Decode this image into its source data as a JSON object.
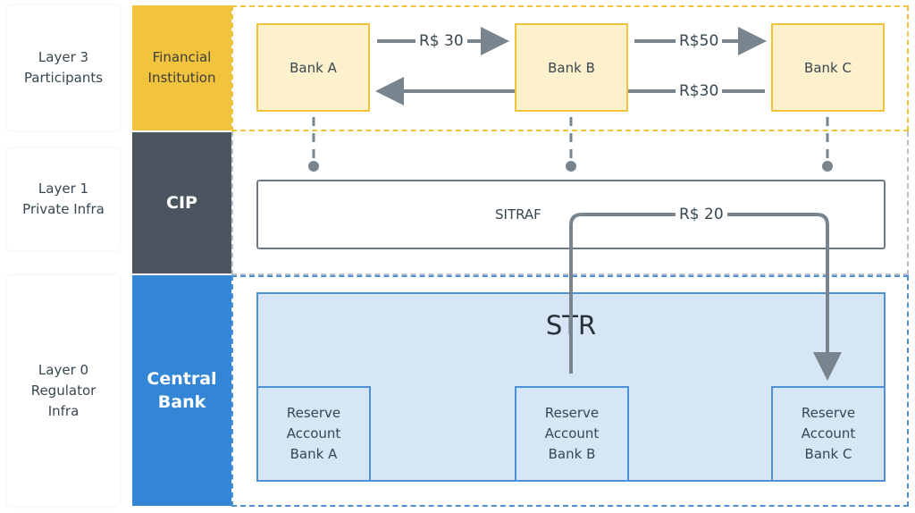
{
  "layers": [
    {
      "line1": "Layer 3",
      "line2": "Participants",
      "line3": ""
    },
    {
      "line1": "Layer 1",
      "line2": "Private Infra",
      "line3": ""
    },
    {
      "line1": "Layer 0",
      "line2": "Regulator",
      "line3": "Infra"
    }
  ],
  "bands": {
    "financial": {
      "line1": "Financial",
      "line2": "Institution"
    },
    "cip": "CIP",
    "central": {
      "line1": "Central",
      "line2": "Bank"
    }
  },
  "banks": [
    "Bank A",
    "Bank B",
    "Bank C"
  ],
  "flows": {
    "a_to_b": "R$ 30",
    "b_to_c": "R$50",
    "c_to_a": "R$30",
    "sitraf_transfer": "R$ 20"
  },
  "sitraf": "SITRAF",
  "str": "STR",
  "reserves": [
    {
      "line1": "Reserve",
      "line2": "Account",
      "line3": "Bank A"
    },
    {
      "line1": "Reserve",
      "line2": "Account",
      "line3": "Bank B"
    },
    {
      "line1": "Reserve",
      "line2": "Account",
      "line3": "Bank C"
    }
  ],
  "colors": {
    "financial": "#f2c33d",
    "cip": "#4a5560",
    "central_bank": "#3385d6",
    "arrow": "#78858f"
  }
}
